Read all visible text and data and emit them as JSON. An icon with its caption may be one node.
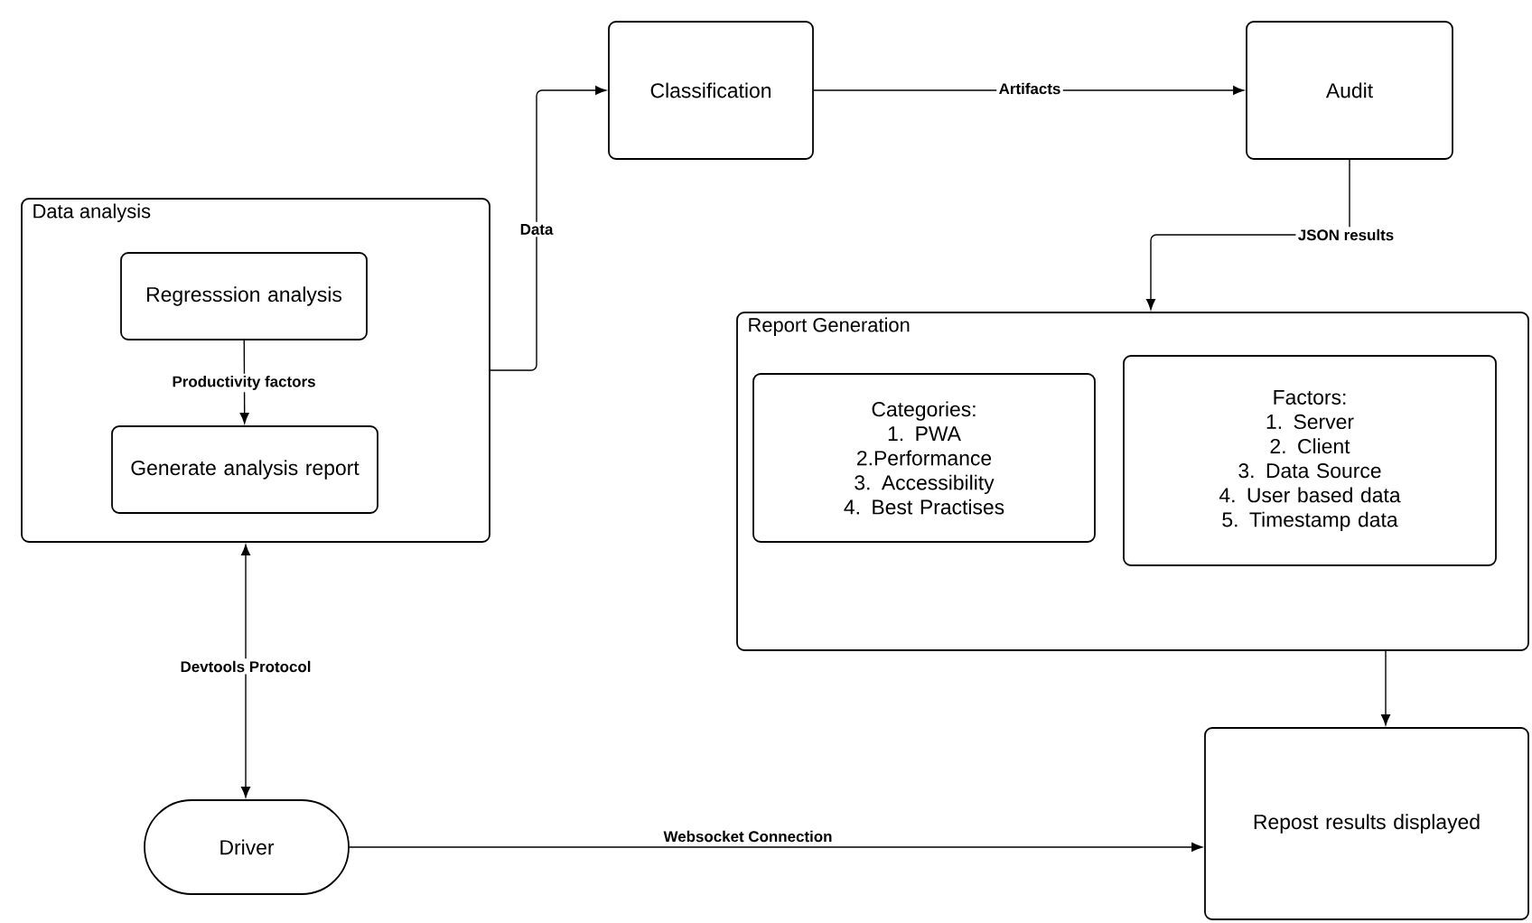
{
  "diagram": {
    "nodes": [
      {
        "text": [
          "Data analysis"
        ]
      },
      {
        "text": [
          "Regresssion analysis"
        ],
        "in": 0
      },
      {
        "text": [
          "Generate analysis report"
        ],
        "in": 0
      },
      {
        "text": [
          "Classification"
        ]
      },
      {
        "text": [
          "Audit"
        ]
      },
      {
        "text": [
          "Report Generation"
        ]
      },
      {
        "text": [
          "Categories:",
          "1. PWA",
          "2.Performance",
          "3. Accessibility",
          "4. Best Practises"
        ],
        "in": 5
      },
      {
        "text": [
          "Factors:",
          "1. Server",
          "2. Client",
          "3. Data Source",
          "4. User based data",
          "5. Timestamp data"
        ],
        "in": 5
      },
      {
        "text": [
          "Driver"
        ]
      },
      {
        "text": [
          "Repost results displayed"
        ]
      }
    ],
    "edges": [
      {
        "from": 1,
        "to": 2,
        "arrow": "to",
        "label": "Productivity factors"
      },
      {
        "from": 0,
        "to": 3,
        "arrow": "to",
        "label": "Data"
      },
      {
        "from": 3,
        "to": 4,
        "arrow": "to",
        "label": "Artifacts"
      },
      {
        "from": 4,
        "to": 5,
        "arrow": "to",
        "label": "JSON results"
      },
      {
        "from": 8,
        "to": 0,
        "arrow": "both",
        "label": "Devtools Protocol"
      },
      {
        "from": 5,
        "to": 9,
        "arrow": "to"
      },
      {
        "from": 8,
        "to": 9,
        "arrow": "to",
        "label": "Websocket Connection"
      }
    ]
  }
}
